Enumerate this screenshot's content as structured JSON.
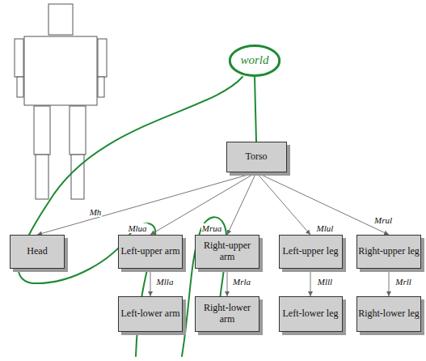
{
  "diagram": {
    "nodes": [
      {
        "text": [
          "world"
        ]
      },
      {
        "text": [
          "Torso"
        ]
      },
      {
        "text": [
          "Head"
        ]
      },
      {
        "text": [
          "Left-upper arm"
        ]
      },
      {
        "text": [
          "Right-upper arm"
        ]
      },
      {
        "text": [
          "Left-upper leg"
        ]
      },
      {
        "text": [
          "Right-upper leg"
        ]
      },
      {
        "text": [
          "Left-lower arm"
        ]
      },
      {
        "text": [
          "Right-lower arm"
        ]
      },
      {
        "text": [
          "Left-lower leg"
        ]
      },
      {
        "text": [
          "Right-lower leg"
        ]
      }
    ],
    "edges": [
      {
        "from": 0,
        "to": 1,
        "arrow": "none"
      },
      {
        "from": 1,
        "to": 2,
        "label": "Mh",
        "arrow": "to"
      },
      {
        "from": 1,
        "to": 3,
        "label": "Mlua",
        "arrow": "to"
      },
      {
        "from": 1,
        "to": 4,
        "label": "Mrua",
        "arrow": "to"
      },
      {
        "from": 1,
        "to": 5,
        "label": "Mlul",
        "arrow": "to"
      },
      {
        "from": 1,
        "to": 6,
        "label": "Mrul",
        "arrow": "to"
      },
      {
        "from": 3,
        "to": 7,
        "label": "Mlla",
        "arrow": "to"
      },
      {
        "from": 4,
        "to": 8,
        "label": "Mrla",
        "arrow": "to"
      },
      {
        "from": 5,
        "to": 9,
        "label": "Mlll",
        "arrow": "to"
      },
      {
        "from": 6,
        "to": 10,
        "label": "Mrll",
        "arrow": "to"
      }
    ]
  }
}
